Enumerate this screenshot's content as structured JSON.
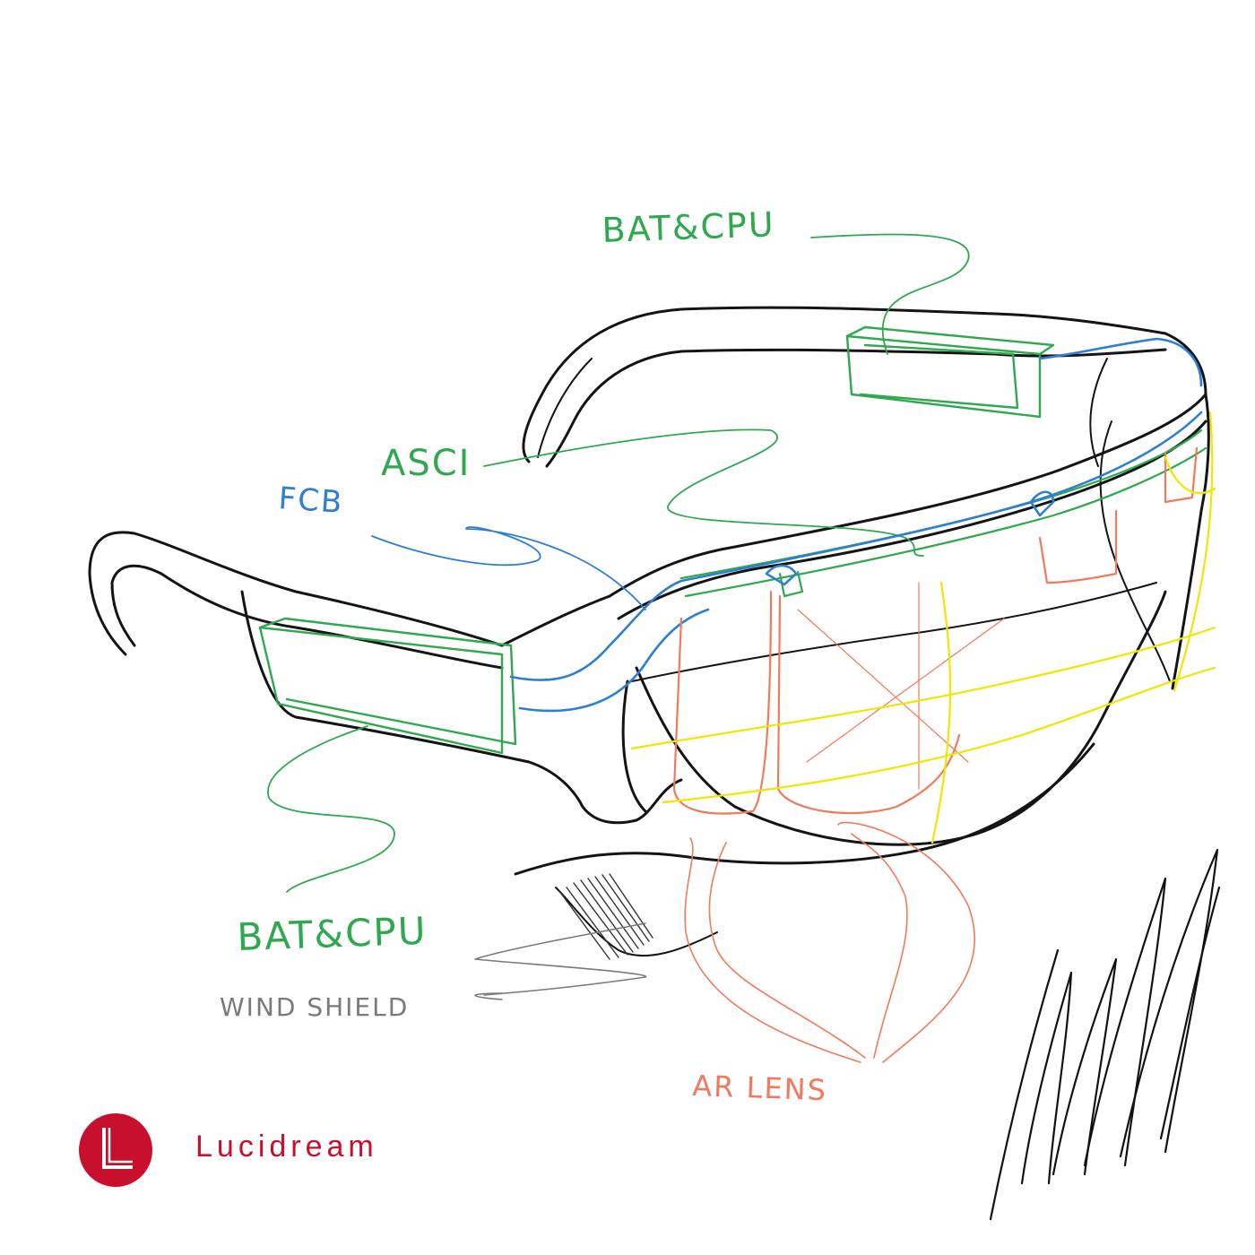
{
  "labels": {
    "bat_cpu_top": "BAT&CPU",
    "asci": "ASCI",
    "fcb": "FCB",
    "bat_cpu_bottom": "BAT&CPU",
    "wind_shield": "WIND SHIELD",
    "ar_lens": "AR LENS"
  },
  "brand": {
    "name": "Lucidream",
    "logo_icon": "lucidream-logo-icon"
  },
  "colors": {
    "sketch": "#141414",
    "pcb_board": "#2fa84f",
    "fcb": "#2f7fd0",
    "ar_lens": "#f07a5c",
    "wind_shield": "#7a7a7a",
    "frame_guide": "#f2e600",
    "brand": "#c8102e"
  }
}
